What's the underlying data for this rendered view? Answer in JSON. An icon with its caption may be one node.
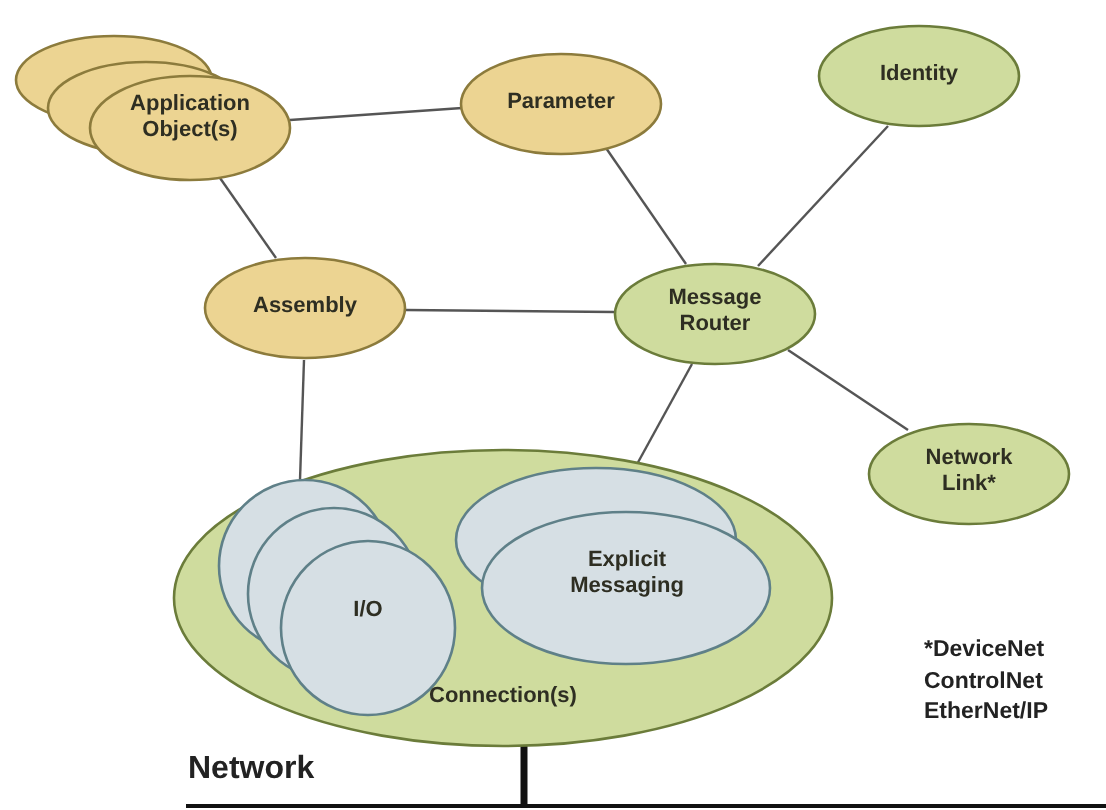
{
  "diagram": {
    "nodes": [
      {
        "text": [
          "Application Object(s)"
        ]
      },
      {
        "text": [
          "Parameter"
        ]
      },
      {
        "text": [
          "Identity"
        ]
      },
      {
        "text": [
          "Assembly"
        ]
      },
      {
        "text": [
          "Message Router"
        ]
      },
      {
        "text": [
          "Network Link*"
        ]
      },
      {
        "text": [
          "Connection(s)"
        ]
      },
      {
        "text": [
          "I/O"
        ],
        "in": 6
      },
      {
        "text": [
          "Explicit Messaging"
        ],
        "in": 6
      },
      {
        "text": [
          "Network"
        ]
      }
    ],
    "edges": [
      {
        "from": 0,
        "to": 1,
        "arrow": "none"
      },
      {
        "from": 0,
        "to": 3,
        "arrow": "none"
      },
      {
        "from": 1,
        "to": 4,
        "arrow": "none"
      },
      {
        "from": 2,
        "to": 4,
        "arrow": "none"
      },
      {
        "from": 3,
        "to": 4,
        "arrow": "none"
      },
      {
        "from": 3,
        "to": 7,
        "arrow": "none"
      },
      {
        "from": 4,
        "to": 8,
        "arrow": "none"
      },
      {
        "from": 4,
        "to": 5,
        "arrow": "none"
      },
      {
        "from": 6,
        "to": 9,
        "arrow": "none",
        "style": "thick",
        "color": "#111111"
      }
    ],
    "labels": [
      "*DeviceNet ControlNet EtherNet/IP"
    ]
  }
}
